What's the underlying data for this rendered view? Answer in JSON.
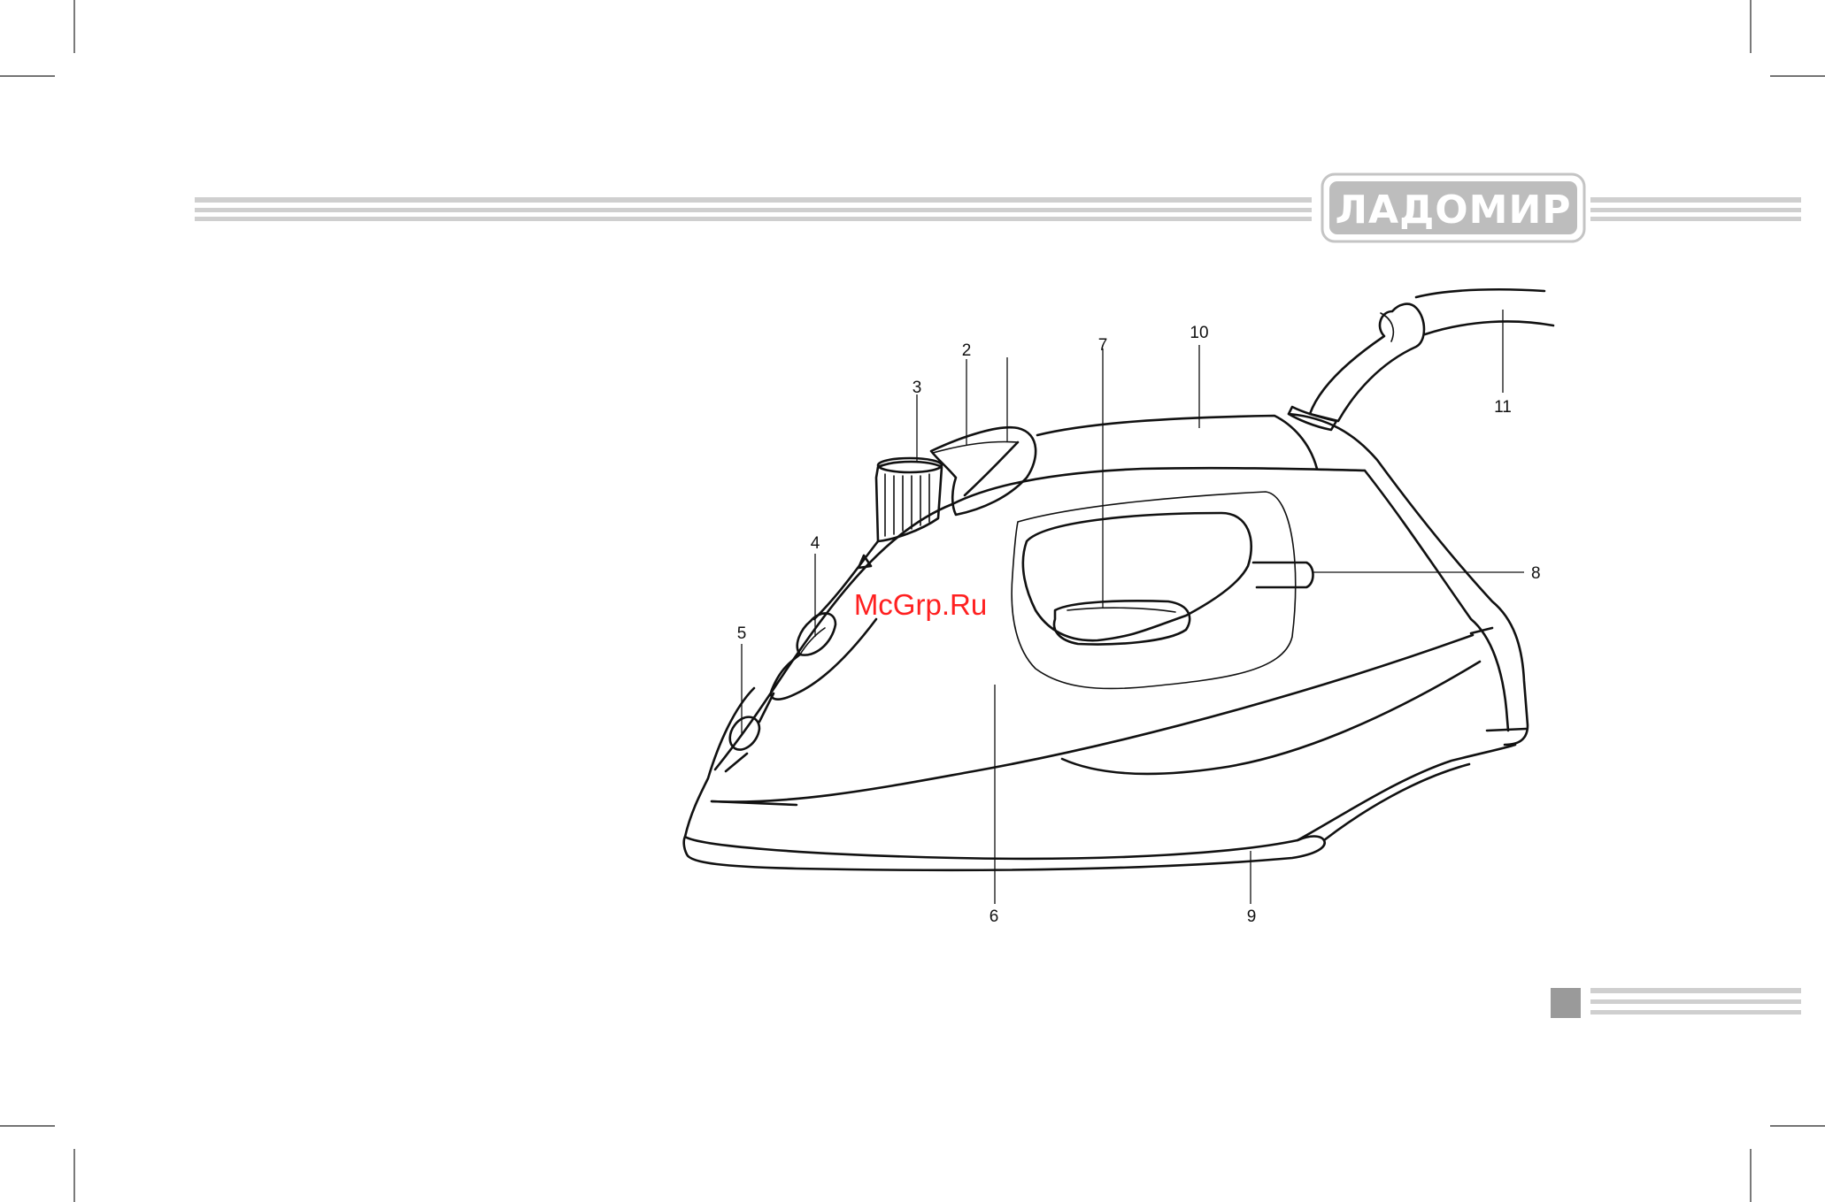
{
  "header": {
    "logo_text": "ЛАДОМИР",
    "stripe_color": "#cfcfcf",
    "logo_color": "#bdbdbd"
  },
  "watermark": {
    "text": "McGrp.Ru",
    "color": "#ff2020"
  },
  "figure": {
    "subject": "steam iron diagram",
    "callouts": [
      {
        "id": "2",
        "label": "2"
      },
      {
        "id": "3",
        "label": "3"
      },
      {
        "id": "4",
        "label": "4"
      },
      {
        "id": "5",
        "label": "5"
      },
      {
        "id": "6",
        "label": "6"
      },
      {
        "id": "7",
        "label": "7"
      },
      {
        "id": "8",
        "label": "8"
      },
      {
        "id": "9",
        "label": "9"
      },
      {
        "id": "10",
        "label": "10"
      },
      {
        "id": "11",
        "label": "11"
      }
    ]
  },
  "footer": {
    "page_square_color": "#9a9a9a",
    "stripe_color": "#cfcfcf"
  }
}
